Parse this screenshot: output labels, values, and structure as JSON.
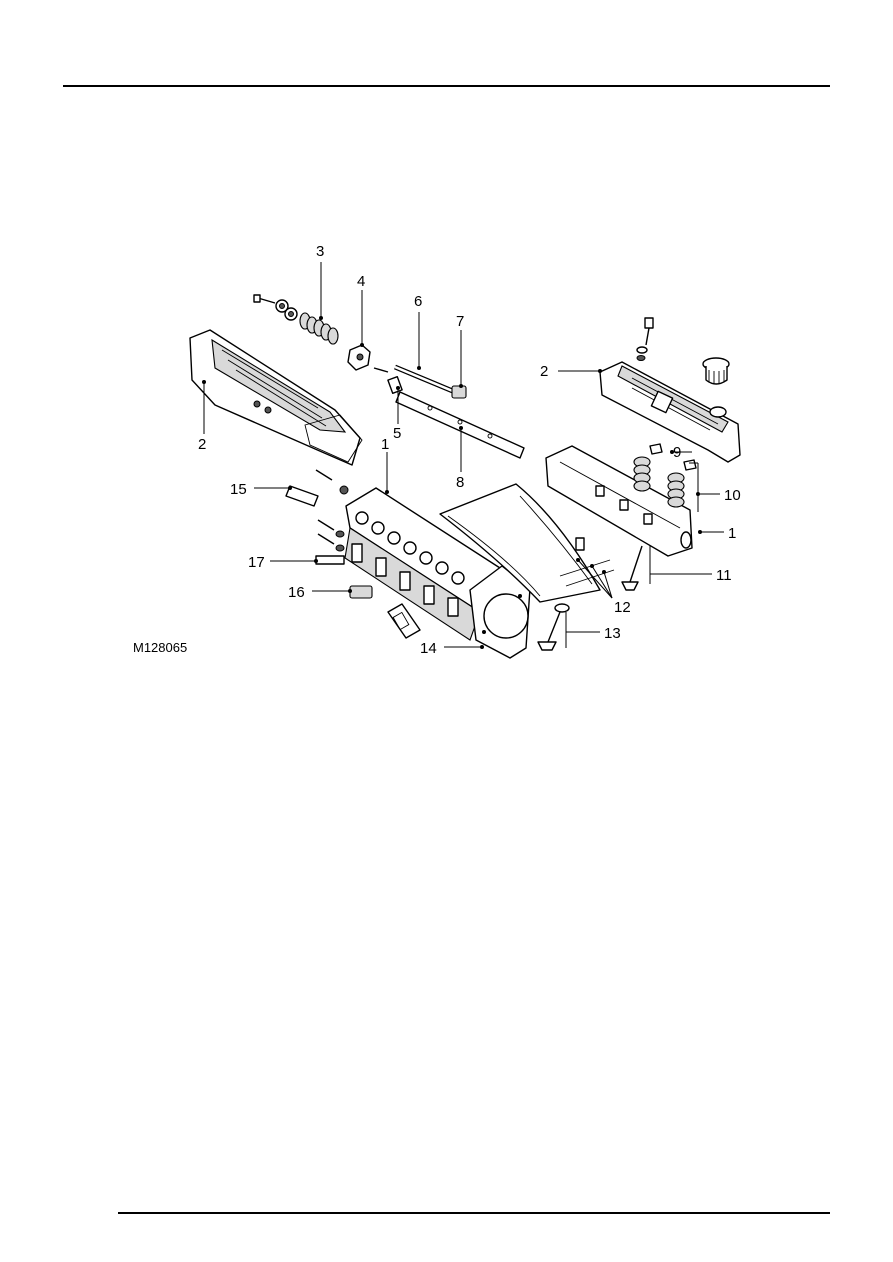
{
  "figure": {
    "id": "M128065",
    "callouts": {
      "c1a": "1",
      "c1b": "1",
      "c2a": "2",
      "c2b": "2",
      "c3": "3",
      "c4": "4",
      "c5": "5",
      "c6": "6",
      "c7": "7",
      "c8": "8",
      "c9": "9",
      "c10": "10",
      "c11": "11",
      "c12": "12",
      "c13": "13",
      "c14": "14",
      "c15": "15",
      "c16": "16",
      "c17": "17"
    }
  }
}
